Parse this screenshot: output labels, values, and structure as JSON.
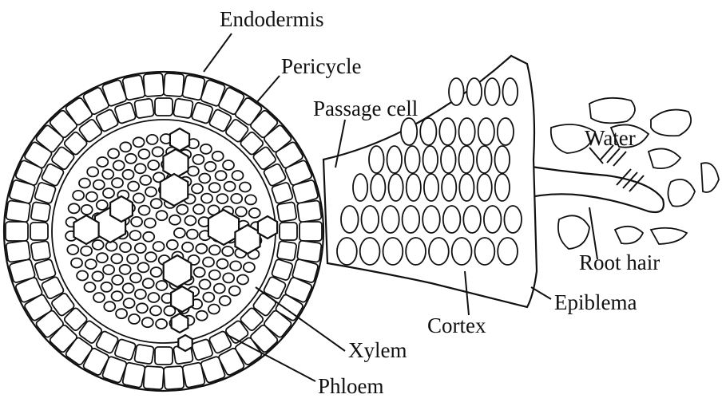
{
  "labels": {
    "endodermis": "Endodermis",
    "pericycle": "Pericycle",
    "passage_cell": "Passage cell",
    "water": "Water",
    "root_hair": "Root hair",
    "epiblema": "Epiblema",
    "cortex": "Cortex",
    "xylem": "Xylem",
    "phloem": "Phloem"
  },
  "colors": {
    "ink": "#111111",
    "paper": "#ffffff"
  }
}
